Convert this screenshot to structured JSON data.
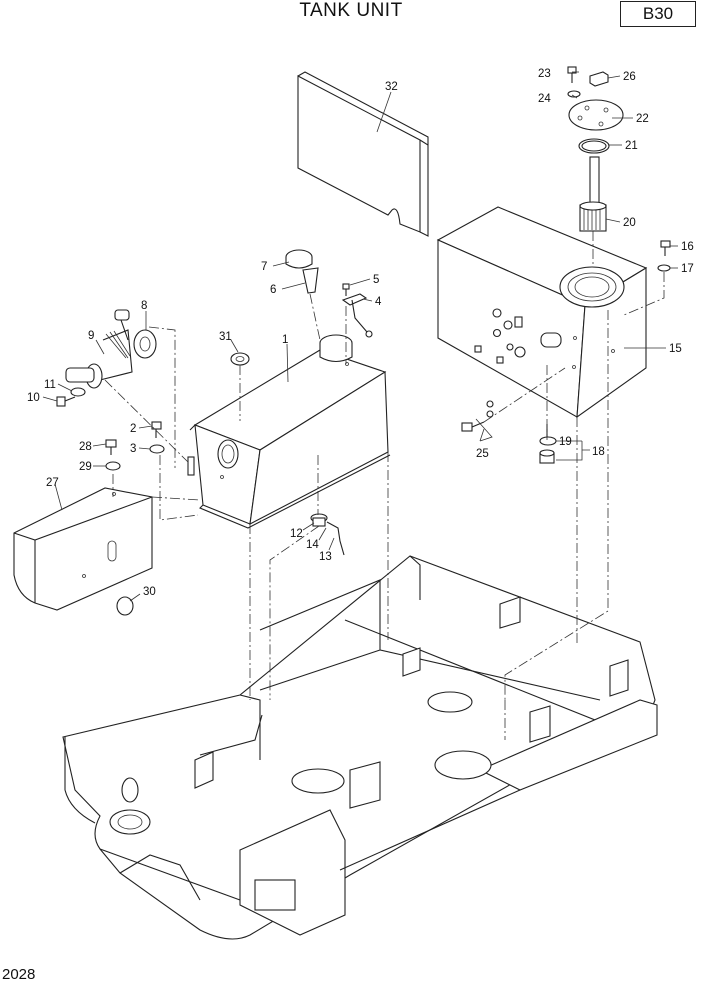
{
  "header": {
    "title": "TANK UNIT",
    "code": "B30"
  },
  "footer": {
    "page_number": "2028"
  },
  "callouts": {
    "c1": "1",
    "c2": "2",
    "c3": "3",
    "c4": "4",
    "c5": "5",
    "c6": "6",
    "c7": "7",
    "c8": "8",
    "c9": "9",
    "c10": "10",
    "c11": "11",
    "c12": "12",
    "c13": "13",
    "c14": "14",
    "c15": "15",
    "c16": "16",
    "c17": "17",
    "c18": "18",
    "c19": "19",
    "c20": "20",
    "c21": "21",
    "c22": "22",
    "c23": "23",
    "c24": "24",
    "c25": "25",
    "c26": "26",
    "c27": "27",
    "c28": "28",
    "c29": "29",
    "c30": "30",
    "c31": "31",
    "c32": "32"
  }
}
